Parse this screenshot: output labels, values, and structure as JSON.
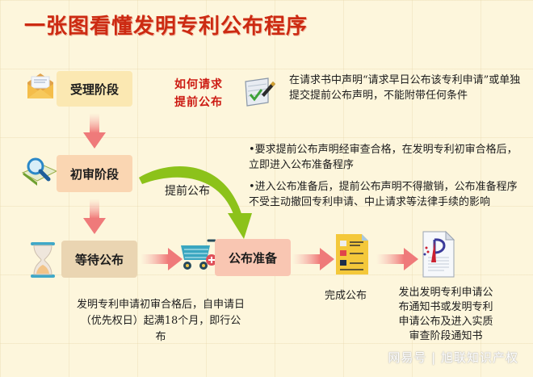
{
  "title": "一张图看懂发明专利公布程序",
  "stages": {
    "accept": "受理阶段",
    "prelim": "初审阶段",
    "wait": "等待公布",
    "prep": "公布准备",
    "done": "完成公布"
  },
  "early_request": {
    "question_line1": "如何请求",
    "question_line2": "提前公布",
    "description": "在请求书中声明“请求早日公布该专利申请”或单独提交提前公布声明，不能附带任何条件"
  },
  "early_label": "提前公布",
  "bullets": [
    "•要求提前公布声明经审查合格，在发明专利初审合格后，立即进入公布准备程序",
    "•进入公布准备后，提前公布声明不得撤销，公布准备程序不受主动撤回专利申请、中止请求等法律手续的影响"
  ],
  "wait_note": {
    "line1": "发明专利申请初审合格后，自申请日",
    "line2": "（优先权日）起满18个月，即行公布"
  },
  "final_note": {
    "line1": "发出发明专利申请公",
    "line2": "布通知书或发明专利",
    "line3": "申请公布及进入实质",
    "line4": "审查阶段通知书"
  },
  "watermark": "网易号 | 旭联知识产权",
  "colors": {
    "title": "#cc2a12",
    "background": "#fdf6dc",
    "accept_box": "#fbe8b2",
    "prelim_box": "#fad6b2",
    "wait_box": "#ead5b2",
    "prep_box": "#f9c6b2",
    "green_arrow": "#8cc21a",
    "pink_arrow": "#f08a8a"
  }
}
